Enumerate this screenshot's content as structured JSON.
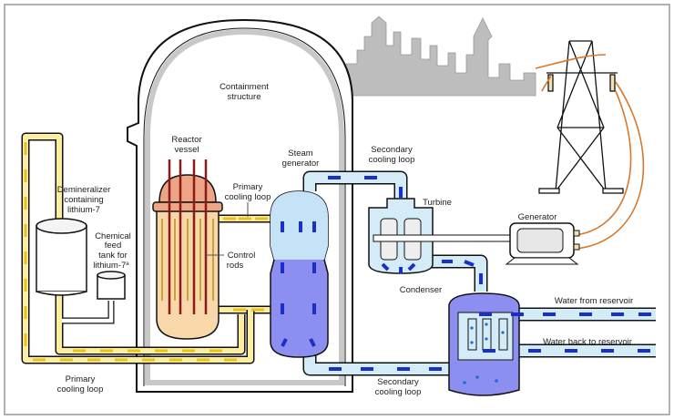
{
  "labels": {
    "containment": [
      "Containment",
      "structure"
    ],
    "reactor_vessel": [
      "Reactor",
      "vessel"
    ],
    "primary_loop_top": [
      "Primary",
      "cooling loop"
    ],
    "steam_generator": [
      "Steam",
      "generator"
    ],
    "secondary_loop_top": [
      "Secondary",
      "cooling loop"
    ],
    "turbine": "Turbine",
    "generator": "Generator",
    "demineralizer": [
      "Demineralizer",
      "containing",
      "lithium-7"
    ],
    "chemical_feed": [
      "Chemical",
      "feed",
      "tank for",
      "lithium-7",
      "a"
    ],
    "control_rods": [
      "Control",
      "rods"
    ],
    "condenser": "Condenser",
    "water_from": "Water from reservoir",
    "water_back": "Water back to reservoir",
    "primary_loop_bottom": [
      "Primary",
      "cooling loop"
    ],
    "secondary_loop_bottom": [
      "Secondary",
      "cooling loop"
    ]
  },
  "colors": {
    "primary_coolant": "#fbeea0",
    "secondary_coolant": "#d3ecf7",
    "flow_arrow_secondary": "#1a2fc9",
    "flow_arrow_primary": "#e7c21a",
    "reactor_top": "#eea585",
    "reactor_body": "#f8d7a8",
    "steam_generator_lower": "#8c8ff0",
    "power_lines": "#d9782a",
    "containment_wall": "#c8c8c8"
  }
}
